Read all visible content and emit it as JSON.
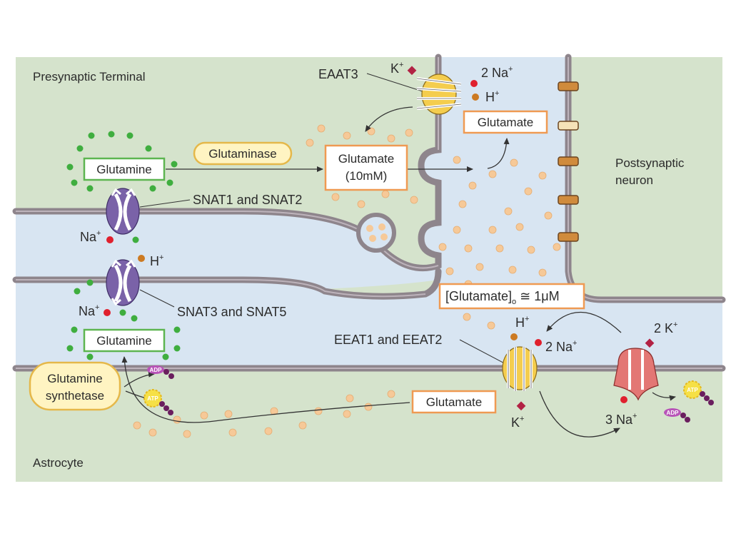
{
  "regions": {
    "presynaptic": "Presynaptic Terminal",
    "postsynaptic_line1": "Postsynaptic",
    "postsynaptic_line2": "neuron",
    "astrocyte": "Astrocyte"
  },
  "labels": {
    "eaat3": "EAAT3",
    "snat12": "SNAT1 and SNAT2",
    "snat35": "SNAT3 and SNAT5",
    "eeat12": "EEAT1 and EEAT2",
    "glutamine_top": "Glutamine",
    "glutamine_bottom": "Glutamine",
    "glutaminase": "Glutaminase",
    "glutamate_10mm_line1": "Glutamate",
    "glutamate_10mm_line2": "(10mM)",
    "glutamate_cleft": "Glutamate",
    "glutamate_astro": "Glutamate",
    "glutamate_conc": "[Glutamate]",
    "glutamate_conc_sub": "o",
    "glutamate_conc_rest": " ≅ 1μM",
    "gs_line1": "Glutamine",
    "gs_line2": "synthetase"
  },
  "ions": {
    "k": "K",
    "na": "Na",
    "h": "H",
    "plus": "+",
    "two_na": "2 Na",
    "two_k": "2 K",
    "three_na": "3 Na"
  },
  "energy": {
    "adp": "ADP",
    "atp": "ATP"
  },
  "colors": {
    "background_green": "#d5e3cc",
    "cleft_blue": "#d8e5f2",
    "membrane": "#8e858c",
    "box_green": "#5db550",
    "box_orange": "#ef9a52",
    "box_yellow_fill": "#fff4c2",
    "na_red": "#e0202e",
    "h_orange": "#cc7a22",
    "k_purple": "#b22244",
    "glutamate_dot": "#f6c998",
    "glutamine_dot": "#3fae3f",
    "transporter_purple": "#7a62a8",
    "pump_red": "#e37774",
    "eaat_yellow": "#f4cd4e"
  }
}
